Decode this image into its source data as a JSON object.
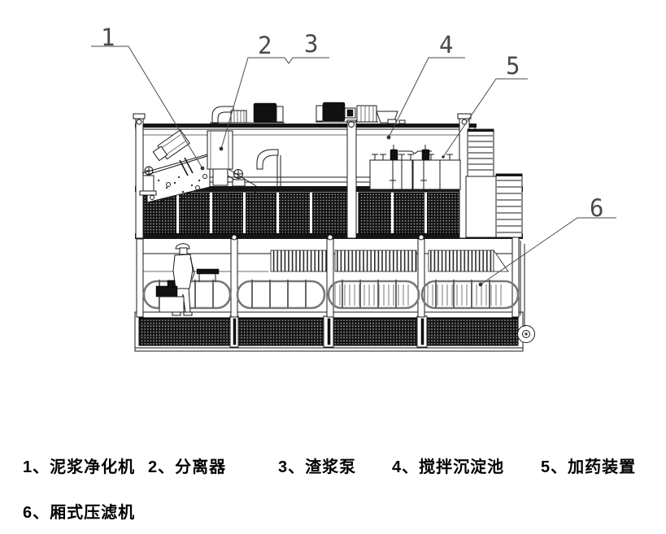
{
  "diagram": {
    "type": "engineering-line-drawing",
    "callouts": [
      {
        "number": "1",
        "component": "泥浆净化机"
      },
      {
        "number": "2",
        "component": "分离器"
      },
      {
        "number": "3",
        "component": "渣浆泵"
      },
      {
        "number": "4",
        "component": "搅拌沉淀池"
      },
      {
        "number": "5",
        "component": "加药装置"
      },
      {
        "number": "6",
        "component": "厢式压滤机"
      }
    ]
  },
  "legend": {
    "items": [
      "1、泥浆净化机",
      "2、分离器",
      "3、渣浆泵",
      "4、搅拌沉淀池",
      "5、加药装置",
      "6、厢式压滤机"
    ]
  },
  "colors": {
    "background": "#ffffff",
    "line": "#1a1a1a",
    "callout": "#4a4a4a"
  }
}
